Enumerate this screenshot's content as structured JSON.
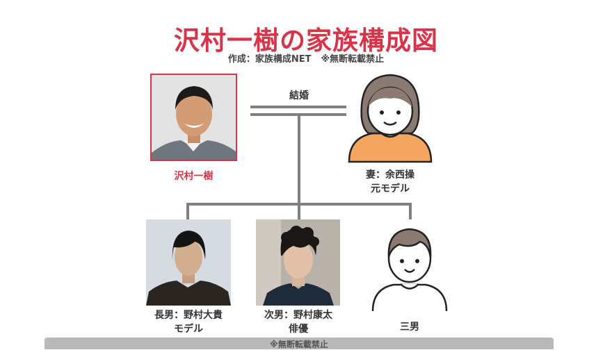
{
  "header": {
    "title": "沢村一樹の家族構成図",
    "credit": "作成：家族構成NET",
    "note": "※無断転載禁止"
  },
  "relation": {
    "marriage_label": "結婚"
  },
  "members": {
    "father": {
      "name": "沢村一樹"
    },
    "wife": {
      "name": "妻：余西操",
      "role": "元モデル"
    },
    "son1": {
      "name": "長男：野村大貴",
      "role": "モデル"
    },
    "son2": {
      "name": "次男：野村康太",
      "role": "俳優"
    },
    "son3": {
      "name": "三男"
    }
  },
  "footer": {
    "note": "※無断転載禁止"
  },
  "colors": {
    "accent": "#d9334a",
    "line": "#808080",
    "wife_shirt": "#f4a560",
    "avatar_hair": "#8a7a72"
  }
}
